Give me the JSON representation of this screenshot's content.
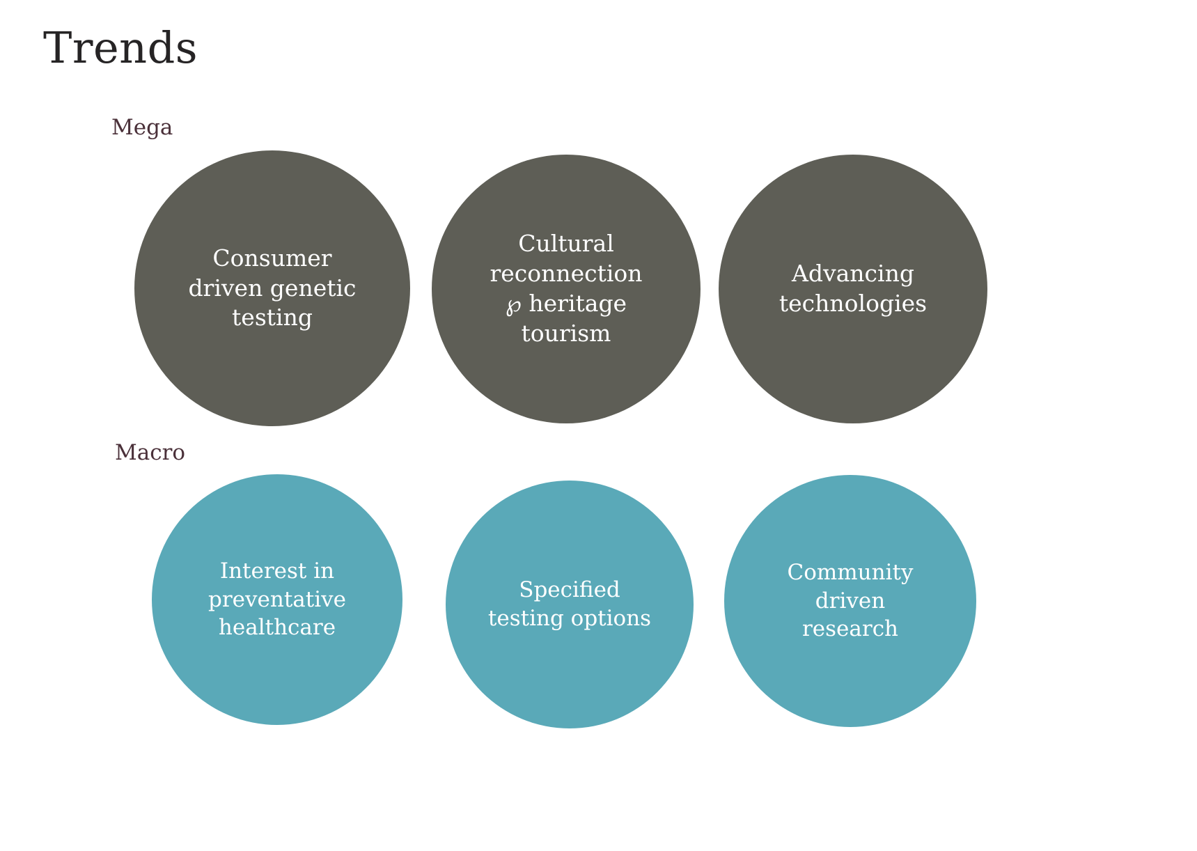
{
  "page": {
    "title": "Trends",
    "background_color": "#ffffff",
    "title_color": "#262425"
  },
  "colors": {
    "mega_circle": "#5e5e56",
    "macro_circle": "#5aa9b8",
    "row_label": "#4a3039",
    "circle_text": "#ffffff"
  },
  "rows": [
    {
      "label": "Mega",
      "circle_color": "#5e5e56",
      "circles": [
        {
          "text": "Consumer\ndriven genetic\ntesting"
        },
        {
          "text": "Cultural\nreconnection\n℘ heritage\ntourism"
        },
        {
          "text": "Advancing\ntechnologies"
        }
      ]
    },
    {
      "label": "Macro",
      "circle_color": "#5aa9b8",
      "circles": [
        {
          "text": "Interest in\npreventative\nhealthcare"
        },
        {
          "text": "Specified\ntesting options"
        },
        {
          "text": "Community\ndriven\nresearch"
        }
      ]
    }
  ]
}
